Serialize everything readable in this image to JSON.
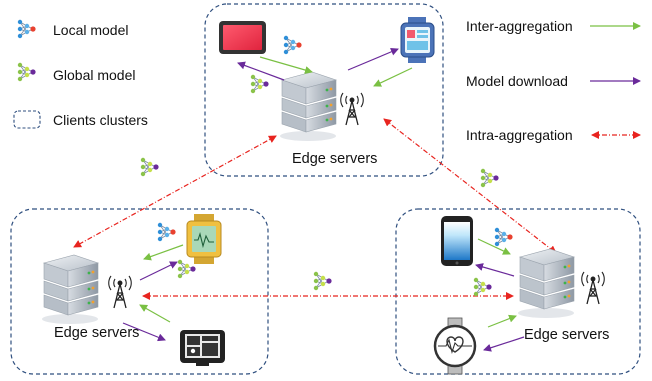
{
  "legend": {
    "local_model": "Local model",
    "global_model": "Global model",
    "clients_clusters": "Clients clusters",
    "inter_aggregation": "Inter-aggregation",
    "model_download": "Model download",
    "intra_aggregation": "Intra-aggregation"
  },
  "clusters": {
    "top": {
      "server_label": "Edge servers"
    },
    "left": {
      "server_label": "Edge servers"
    },
    "right": {
      "server_label": "Edge servers"
    }
  },
  "colors": {
    "inter_aggregation": "#7ac043",
    "model_download": "#6a2a9a",
    "intra_aggregation": "#e8241f",
    "cluster_border": "#2f4f7f",
    "local_model": "#2f8fd8",
    "global_model": "#8bc34a"
  },
  "icons": [
    "local-model-icon",
    "global-model-icon",
    "server-rack-icon",
    "antenna-tower-icon",
    "tablet-icon",
    "smartwatch-icon",
    "smartphone-icon",
    "navigation-device-icon"
  ]
}
